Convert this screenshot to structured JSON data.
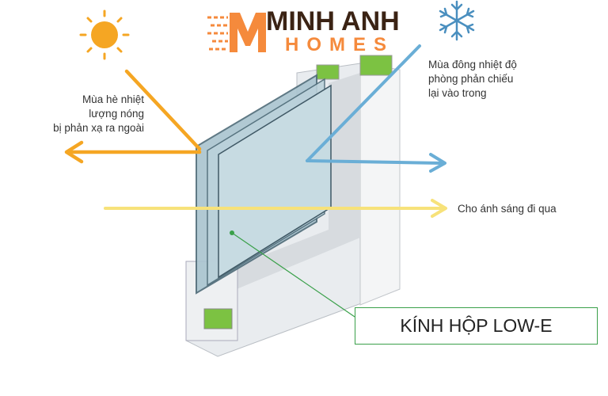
{
  "logo": {
    "name": "MINH ANH",
    "sub": "HOMES",
    "letter": "M"
  },
  "labels": {
    "summer": [
      "Mùa hè nhiệt",
      "lượng nóng",
      "bị phản xạ ra ngoài"
    ],
    "winter": [
      "Mùa đông nhiệt độ",
      "phòng phản chiếu",
      "lại vào trong"
    ],
    "light": "Cho ánh sáng đi qua",
    "product": "KÍNH HỘP LOW-E"
  },
  "colors": {
    "sun": "#f5a623",
    "cold": "#6aaed6",
    "light": "#f7e27a",
    "frame_green": "#7cc242",
    "logo_orange": "#f58a3c",
    "logo_brown": "#3b2314"
  }
}
